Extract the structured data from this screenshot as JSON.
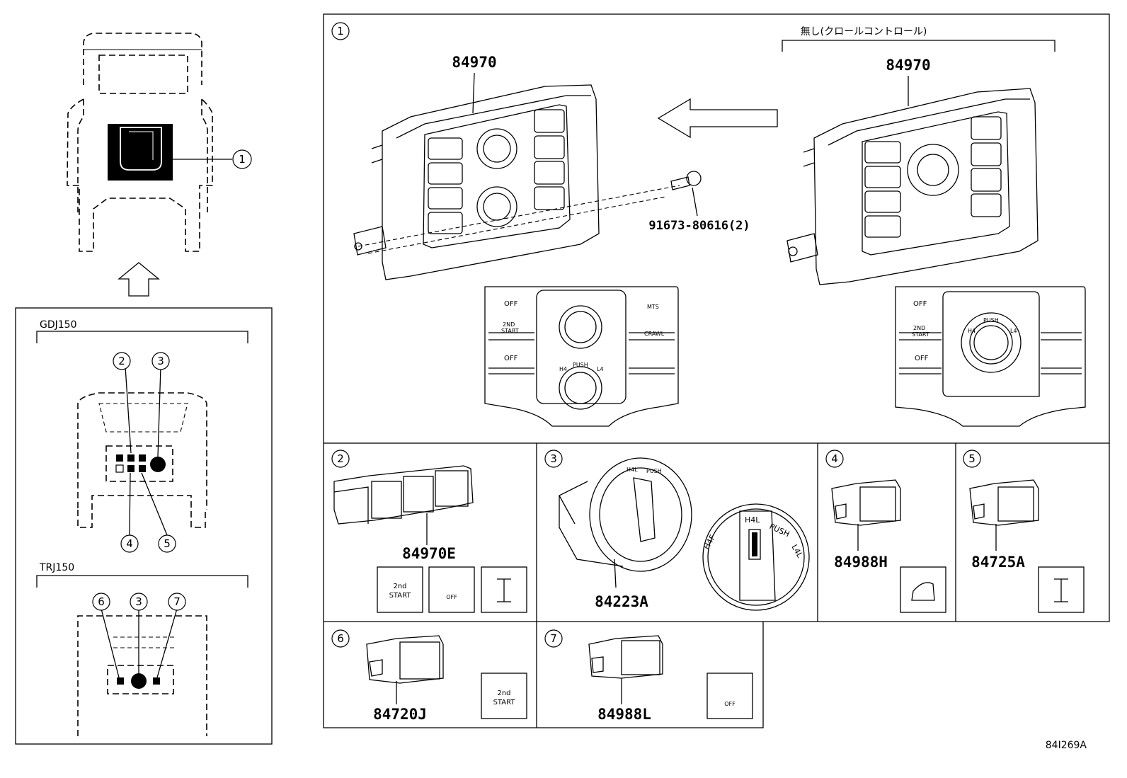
{
  "overview": {
    "callouts": {
      "c1": "1",
      "c2": "2",
      "c3": "3",
      "c4": "4",
      "c5": "5",
      "c6": "6",
      "c7": "7"
    },
    "variant_a": "GDJ150",
    "variant_b": "TRJ150"
  },
  "panels": {
    "p1": {
      "number": "1",
      "part_main": "84970",
      "part_alt": "84970",
      "alt_note": "無し(クロールコントロール)",
      "screw_part": "91673-80616(2)",
      "switch_labels": {
        "off": "OFF",
        "second_start_1": "2ND",
        "second_start_2": "START",
        "mts": "MTS",
        "crawl": "CRAWL",
        "h4": "H4",
        "push": "PUSH",
        "l4": "L4"
      }
    },
    "p2": {
      "number": "2",
      "part": "84970E",
      "icon_2nd_line1": "2nd",
      "icon_2nd_line2": "START",
      "icon_off": "OFF"
    },
    "p3": {
      "number": "3",
      "part": "84223A",
      "h4f": "H4F",
      "h4l": "H4L",
      "push": "PUSH",
      "l4l": "L4L"
    },
    "p4": {
      "number": "4",
      "part": "84988H"
    },
    "p5": {
      "number": "5",
      "part": "84725A"
    },
    "p6": {
      "number": "6",
      "part": "84720J",
      "icon_line1": "2nd",
      "icon_line2": "START"
    },
    "p7": {
      "number": "7",
      "part": "84988L",
      "icon_off": "OFF"
    }
  },
  "diagram_id": "84I269A"
}
